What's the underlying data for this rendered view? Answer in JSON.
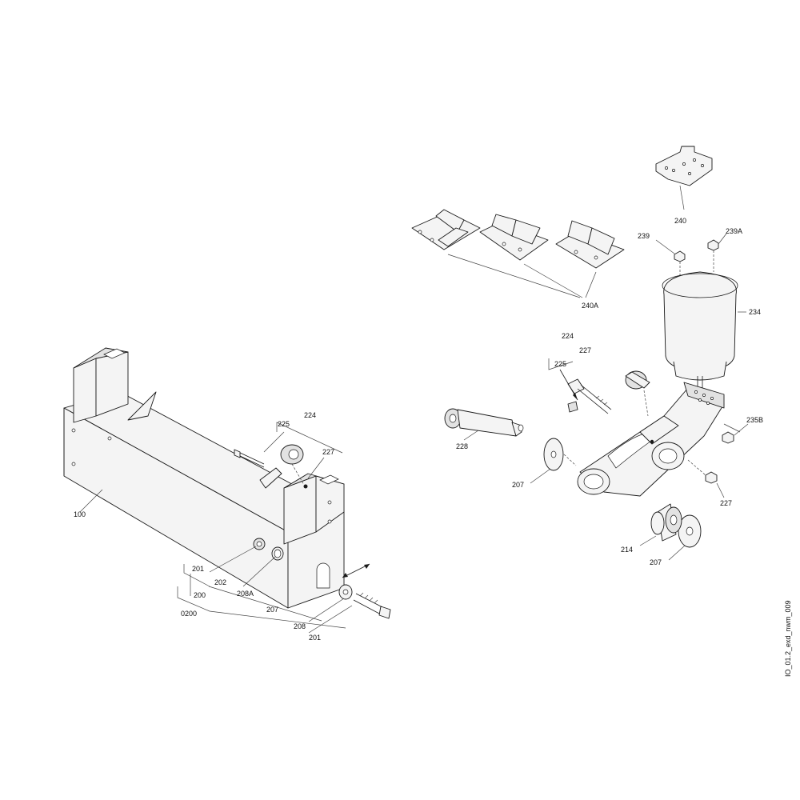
{
  "drawing": {
    "id": "IO_01.2_exd_nwm_009",
    "callouts": {
      "c100": "100",
      "c201a": "201",
      "c202": "202",
      "c200": "200",
      "c0200": "0200",
      "c208A": "208A",
      "c207a": "207",
      "c208": "208",
      "c201b": "201",
      "c225a": "225",
      "c224a": "224",
      "c227a": "227",
      "c240": "240",
      "c239": "239",
      "c239A": "239A",
      "c240A": "240A",
      "c234": "234",
      "c224b": "224",
      "c227b": "227",
      "c225b": "225",
      "c228": "228",
      "c235B": "235B",
      "c207b": "207",
      "c227c": "227",
      "c214": "214",
      "c207c": "207"
    }
  }
}
